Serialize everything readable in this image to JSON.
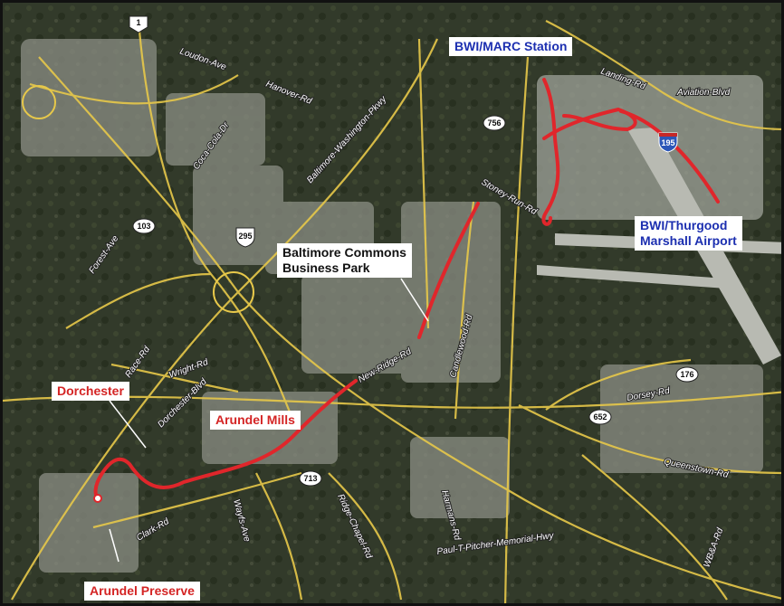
{
  "map": {
    "callouts": {
      "bwi_marc": "BWI/MARC Station",
      "bwi_airport_line1": "BWI/Thurgood",
      "bwi_airport_line2": "Marshall Airport",
      "baltimore_commons_line1": "Baltimore Commons",
      "baltimore_commons_line2": "Business Park",
      "dorchester": "Dorchester",
      "arundel_mills": "Arundel Mills",
      "arundel_preserve": "Arundel Preserve"
    },
    "roads": {
      "landing": "Landing-Rd",
      "aviation": "Aviation-Blvd",
      "hanover": "Hanover-Rd",
      "baltimore_washington": "Baltimore-Washington-Pkwy",
      "coca_cola": "Coca-Cola-Dr",
      "stoney_run": "Stoney-Run-Rd",
      "forest": "Forest-Ave",
      "race": "Race-Rd",
      "wright": "Wright-Rd",
      "dorchester_blvd": "Dorchester-Blvd",
      "new_ridge": "New-Ridge-Rd",
      "candlewood": "Candlewood-Rd",
      "dorsey": "Dorsey-Rd",
      "queenstown": "Queenstown-Rd",
      "harmans": "Harmans-Rd",
      "ridge_chapel": "Ridge-Chapel-Rd",
      "wayfs": "Wayfs-Ave",
      "clark": "Clark-Rd",
      "paul_pitcher": "Paul-T-Pitcher-Memorial-Hwy",
      "wba": "WB&A-Rd",
      "loudon": "Loudon-Ave"
    },
    "shields": {
      "us1": "1",
      "md103": "103",
      "i295": "295",
      "md176": "176",
      "md756": "756",
      "i195": "195",
      "md713": "713",
      "md652": "652"
    },
    "colors": {
      "route_line": "#e0262b",
      "road": "#e7c84a",
      "callout_blue": "#1c2fb0",
      "callout_red": "#d42424"
    }
  }
}
